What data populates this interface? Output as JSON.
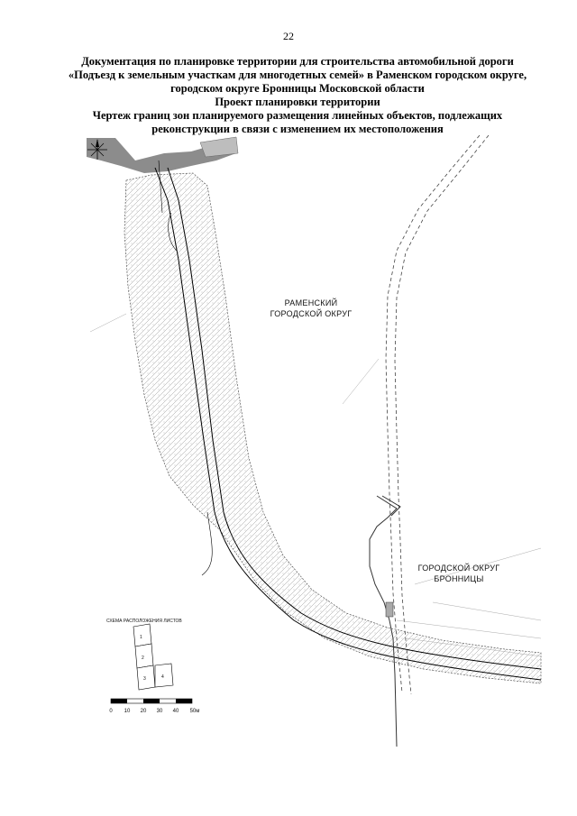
{
  "page": {
    "number": "22"
  },
  "header": {
    "lines": [
      "Документация по планировке территории для строительства автомобильной дороги",
      "«Подъезд к земельным участкам для многодетных семей» в Раменском городском округе,",
      "городском округе Бронницы Московской области",
      "Проект планировки территории",
      "Чертеж границ зон планируемого размещения линейных объектов, подлежащих",
      "реконструкции в связи с изменением их местоположения"
    ]
  },
  "map": {
    "areas": [
      {
        "line1": "РАМЕНСКИЙ",
        "line2": "ГОРОДСКОЙ ОКРУГ"
      },
      {
        "line1": "ГОРОДСКОЙ ОКРУГ",
        "line2": "БРОННИЦЫ"
      }
    ],
    "sheet_scheme": {
      "title": "СХЕМА РАСПОЛОЖЕНИЯ ЛИСТОВ",
      "sheets": [
        "1",
        "2",
        "3",
        "4"
      ]
    },
    "scale_bar": {
      "ticks": [
        "0",
        "10",
        "20",
        "30",
        "40",
        "50м"
      ]
    }
  }
}
